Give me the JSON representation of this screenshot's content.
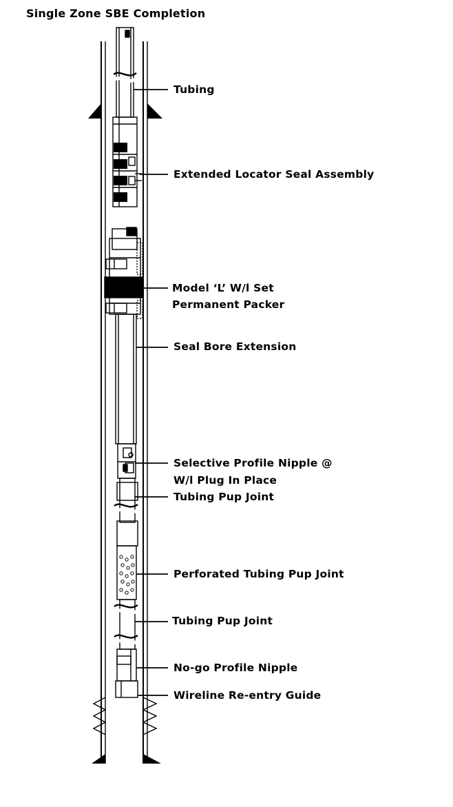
{
  "title": "Single Zone SBE Completion",
  "labels": {
    "tubing": "Tubing",
    "seal_assembly": "Extended Locator Seal Assembly",
    "packer_line1": "Model ‘L’ W/l Set",
    "packer_line2": "Permanent Packer",
    "seal_bore_extension": "Seal Bore Extension",
    "profile_nipple_line1": "Selective Profile Nipple @",
    "profile_nipple_line2": "W/l Plug In Place",
    "pup_joint_1": "Tubing Pup Joint",
    "perforated_pup_joint": "Perforated Tubing Pup Joint",
    "pup_joint_2": "Tubing Pup Joint",
    "nogo_nipple": "No-go Profile Nipple",
    "reentry_guide": "Wireline Re-entry Guide"
  },
  "colors": {
    "ink": "#000000",
    "paper": "#ffffff"
  }
}
